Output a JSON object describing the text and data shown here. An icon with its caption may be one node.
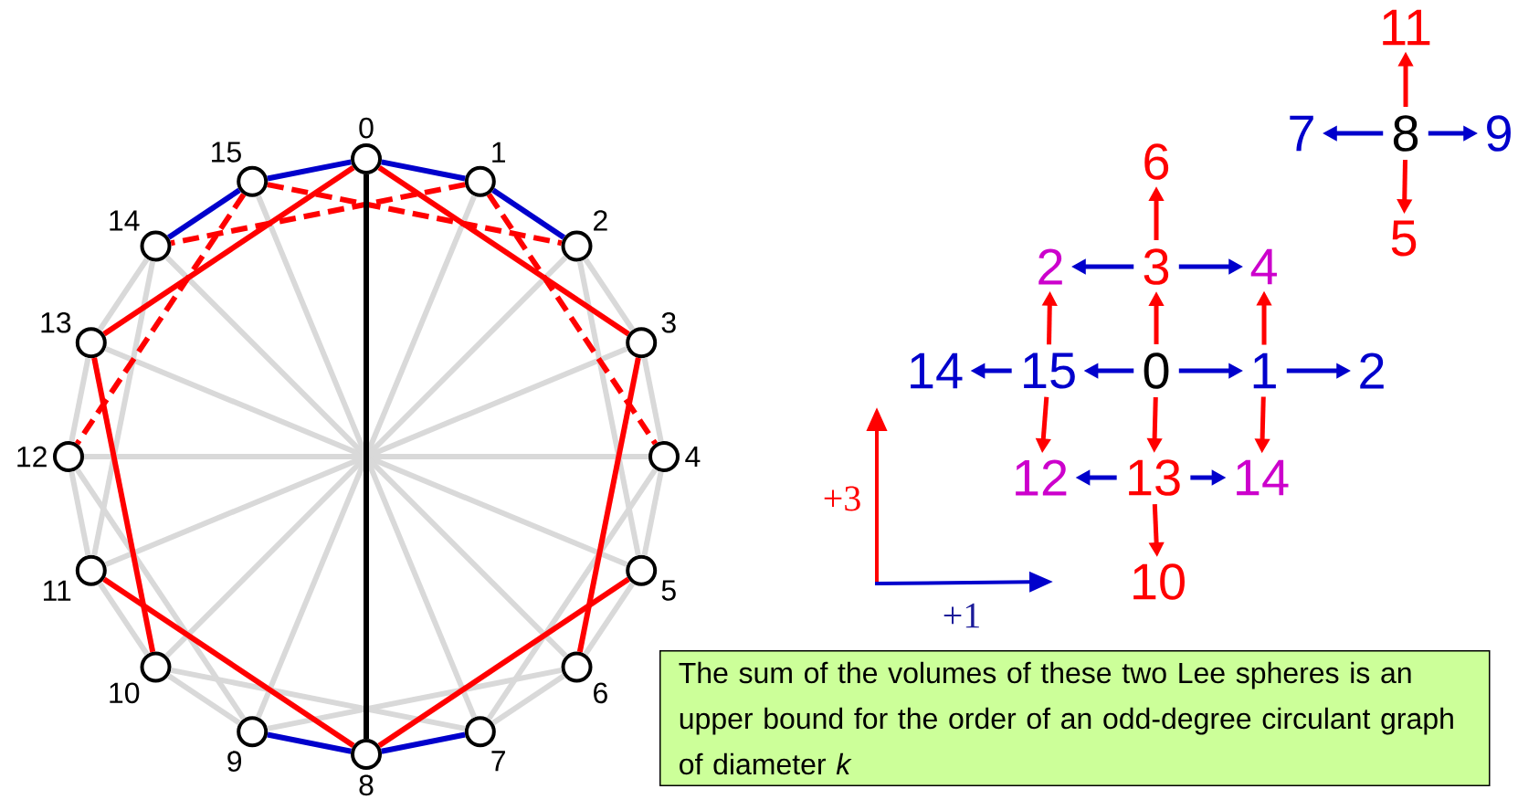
{
  "diagram": {
    "nodes": [
      {
        "text": [
          "0"
        ]
      },
      {
        "text": [
          "1"
        ]
      },
      {
        "text": [
          "2"
        ]
      },
      {
        "text": [
          "3"
        ]
      },
      {
        "text": [
          "4"
        ]
      },
      {
        "text": [
          "5"
        ]
      },
      {
        "text": [
          "6"
        ]
      },
      {
        "text": [
          "7"
        ]
      },
      {
        "text": [
          "8"
        ]
      },
      {
        "text": [
          "9"
        ]
      },
      {
        "text": [
          "10"
        ]
      },
      {
        "text": [
          "11"
        ]
      },
      {
        "text": [
          "12"
        ]
      },
      {
        "text": [
          "13"
        ]
      },
      {
        "text": [
          "14"
        ]
      },
      {
        "text": [
          "15"
        ]
      },
      {
        "text": [
          "11"
        ]
      },
      {
        "text": [
          "7"
        ]
      },
      {
        "text": [
          "8"
        ]
      },
      {
        "text": [
          "9"
        ]
      },
      {
        "text": [
          "6"
        ]
      },
      {
        "text": [
          "5"
        ]
      },
      {
        "text": [
          "2"
        ]
      },
      {
        "text": [
          "3"
        ]
      },
      {
        "text": [
          "4"
        ]
      },
      {
        "text": [
          "14"
        ]
      },
      {
        "text": [
          "15"
        ]
      },
      {
        "text": [
          "0"
        ]
      },
      {
        "text": [
          "1"
        ]
      },
      {
        "text": [
          "2"
        ]
      },
      {
        "text": [
          "12"
        ]
      },
      {
        "text": [
          "13"
        ]
      },
      {
        "text": [
          "14"
        ]
      },
      {
        "text": [
          "10"
        ]
      },
      {
        "text": [
          "The sum of the volumes of these two Lee spheres is an upper bound for the order of an odd-degree circulant graph of diameter *k*"
        ]
      }
    ],
    "edges": [
      {
        "from": 2,
        "to": 3,
        "arrow": "none"
      },
      {
        "from": 3,
        "to": 4,
        "arrow": "none"
      },
      {
        "from": 4,
        "to": 5,
        "arrow": "none"
      },
      {
        "from": 5,
        "to": 6,
        "arrow": "none"
      },
      {
        "from": 6,
        "to": 7,
        "arrow": "none"
      },
      {
        "from": 9,
        "to": 10,
        "arrow": "none"
      },
      {
        "from": 10,
        "to": 11,
        "arrow": "none"
      },
      {
        "from": 11,
        "to": 12,
        "arrow": "none"
      },
      {
        "from": 12,
        "to": 13,
        "arrow": "none"
      },
      {
        "from": 13,
        "to": 14,
        "arrow": "none"
      },
      {
        "from": 2,
        "to": 5,
        "arrow": "none"
      },
      {
        "from": 4,
        "to": 7,
        "arrow": "none"
      },
      {
        "from": 6,
        "to": 9,
        "arrow": "none"
      },
      {
        "from": 7,
        "to": 10,
        "arrow": "none"
      },
      {
        "from": 9,
        "to": 12,
        "arrow": "none"
      },
      {
        "from": 11,
        "to": 14,
        "arrow": "none"
      },
      {
        "from": 1,
        "to": 9,
        "arrow": "none"
      },
      {
        "from": 2,
        "to": 10,
        "arrow": "none"
      },
      {
        "from": 3,
        "to": 11,
        "arrow": "none"
      },
      {
        "from": 4,
        "to": 12,
        "arrow": "none"
      },
      {
        "from": 5,
        "to": 13,
        "arrow": "none"
      },
      {
        "from": 6,
        "to": 14,
        "arrow": "none"
      },
      {
        "from": 7,
        "to": 15,
        "arrow": "none"
      },
      {
        "from": 0,
        "to": 1,
        "arrow": "none",
        "color": "#0000cc"
      },
      {
        "from": 0,
        "to": 15,
        "arrow": "none",
        "color": "#0000cc"
      },
      {
        "from": 15,
        "to": 14,
        "arrow": "none",
        "color": "#0000cc"
      },
      {
        "from": 1,
        "to": 2,
        "arrow": "none",
        "color": "#0000cc"
      },
      {
        "from": 8,
        "to": 7,
        "arrow": "none",
        "color": "#0000cc"
      },
      {
        "from": 8,
        "to": 9,
        "arrow": "none",
        "color": "#0000cc"
      },
      {
        "from": 15,
        "to": 2,
        "arrow": "none",
        "style": "dashed",
        "color": "#ff0000"
      },
      {
        "from": 1,
        "to": 14,
        "arrow": "none",
        "style": "dashed",
        "color": "#ff0000"
      },
      {
        "from": 1,
        "to": 4,
        "arrow": "none",
        "style": "dashed",
        "color": "#ff0000"
      },
      {
        "from": 15,
        "to": 12,
        "arrow": "none",
        "style": "dashed",
        "color": "#ff0000"
      },
      {
        "from": 0,
        "to": 3,
        "arrow": "none",
        "color": "#ff0000"
      },
      {
        "from": 0,
        "to": 13,
        "arrow": "none",
        "color": "#ff0000"
      },
      {
        "from": 3,
        "to": 6,
        "arrow": "none",
        "color": "#ff0000"
      },
      {
        "from": 13,
        "to": 10,
        "arrow": "none",
        "color": "#ff0000"
      },
      {
        "from": 8,
        "to": 5,
        "arrow": "none",
        "color": "#ff0000"
      },
      {
        "from": 8,
        "to": 11,
        "arrow": "none",
        "color": "#ff0000"
      },
      {
        "from": 0,
        "to": 8,
        "arrow": "none",
        "color": "#000000"
      },
      {
        "from": 18,
        "to": 16,
        "arrow": "to",
        "color": "#ff0000"
      },
      {
        "from": 18,
        "to": 17,
        "arrow": "to",
        "color": "#0000cc"
      },
      {
        "from": 18,
        "to": 19,
        "arrow": "to",
        "color": "#0000cc"
      },
      {
        "from": 18,
        "to": 21,
        "arrow": "to",
        "color": "#ff0000"
      },
      {
        "from": 23,
        "to": 20,
        "arrow": "to",
        "color": "#ff0000"
      },
      {
        "from": 23,
        "to": 22,
        "arrow": "to",
        "color": "#0000cc"
      },
      {
        "from": 23,
        "to": 24,
        "arrow": "to",
        "color": "#0000cc"
      },
      {
        "from": 27,
        "to": 23,
        "arrow": "to",
        "color": "#ff0000"
      },
      {
        "from": 26,
        "to": 22,
        "arrow": "to",
        "color": "#ff0000"
      },
      {
        "from": 28,
        "to": 24,
        "arrow": "to",
        "color": "#ff0000"
      },
      {
        "from": 27,
        "to": 26,
        "arrow": "to",
        "color": "#0000cc"
      },
      {
        "from": 26,
        "to": 25,
        "arrow": "to",
        "color": "#0000cc"
      },
      {
        "from": 27,
        "to": 28,
        "arrow": "to",
        "color": "#0000cc"
      },
      {
        "from": 28,
        "to": 29,
        "arrow": "to",
        "color": "#0000cc"
      },
      {
        "from": 26,
        "to": 30,
        "arrow": "to",
        "color": "#ff0000"
      },
      {
        "from": 27,
        "to": 31,
        "arrow": "to",
        "color": "#ff0000"
      },
      {
        "from": 28,
        "to": 32,
        "arrow": "to",
        "color": "#ff0000"
      },
      {
        "from": 31,
        "to": 30,
        "arrow": "to",
        "color": "#0000cc"
      },
      {
        "from": 31,
        "to": 32,
        "arrow": "to",
        "color": "#0000cc"
      },
      {
        "from": 31,
        "to": 33,
        "arrow": "to",
        "color": "#ff0000"
      }
    ],
    "labels": [
      "+3",
      "+1"
    ]
  }
}
